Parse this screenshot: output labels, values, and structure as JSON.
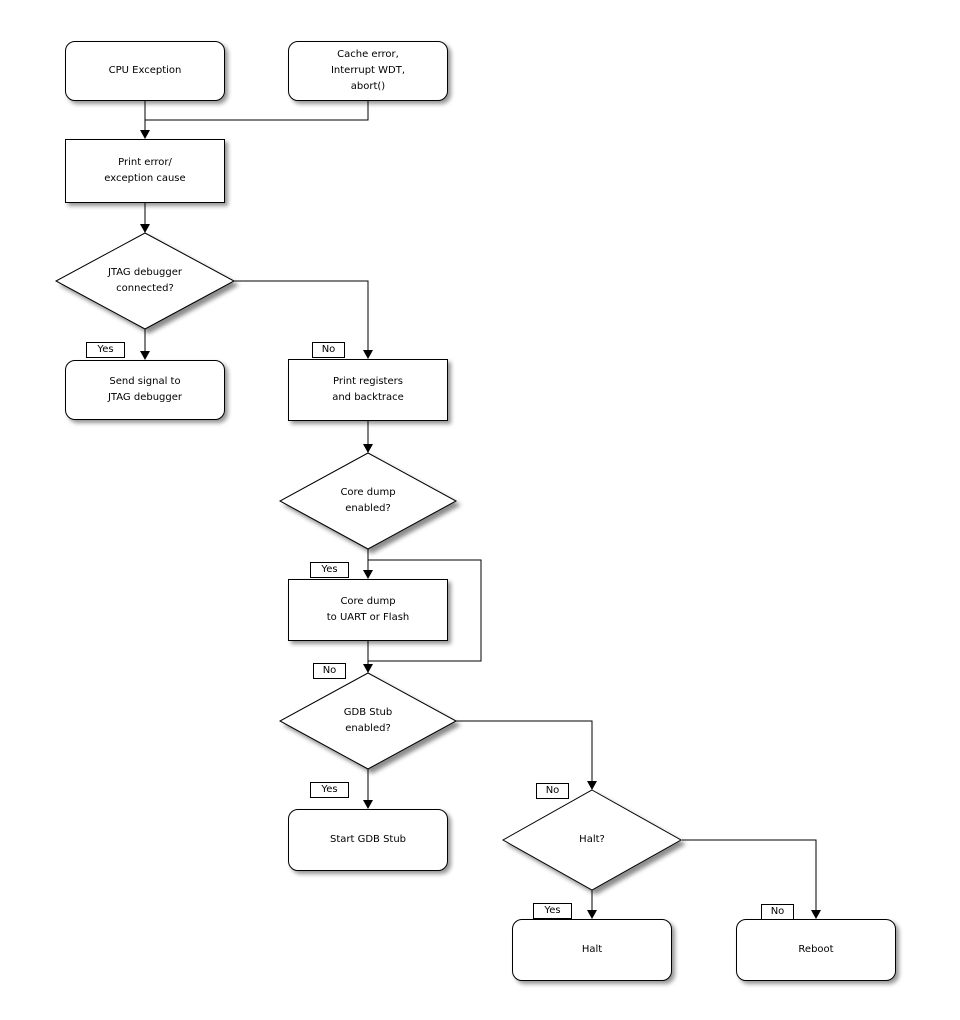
{
  "diagram": {
    "type": "flowchart",
    "nodes": {
      "cpu_exception": "CPU Exception",
      "cache_error": "Cache error,\nInterrupt WDT,\nabort()",
      "print_error": "Print error/\nexception cause",
      "jtag_debugger_connected": "JTAG debugger\nconnected?",
      "send_signal_jtag": "Send signal to\nJTAG debugger",
      "print_registers": "Print registers\nand backtrace",
      "core_dump_enabled": "Core dump\nenabled?",
      "core_dump_uart_flash": "Core dump\nto UART or Flash",
      "gdb_stub_enabled": "GDB Stub\nenabled?",
      "start_gdb_stub": "Start GDB Stub",
      "halt_decision": "Halt?",
      "halt": "Halt",
      "reboot": "Reboot"
    },
    "edge_labels": {
      "yes": "Yes",
      "no": "No"
    },
    "edges": [
      {
        "from": "cpu_exception",
        "to": "print_error"
      },
      {
        "from": "cache_error",
        "to": "print_error"
      },
      {
        "from": "print_error",
        "to": "jtag_debugger_connected"
      },
      {
        "from": "jtag_debugger_connected",
        "to": "send_signal_jtag",
        "label": "Yes"
      },
      {
        "from": "jtag_debugger_connected",
        "to": "print_registers",
        "label": "No"
      },
      {
        "from": "print_registers",
        "to": "core_dump_enabled"
      },
      {
        "from": "core_dump_enabled",
        "to": "core_dump_uart_flash",
        "label": "Yes"
      },
      {
        "from": "core_dump_enabled",
        "to": "gdb_stub_enabled",
        "label": "No"
      },
      {
        "from": "core_dump_uart_flash",
        "to": "gdb_stub_enabled"
      },
      {
        "from": "gdb_stub_enabled",
        "to": "start_gdb_stub",
        "label": "Yes"
      },
      {
        "from": "gdb_stub_enabled",
        "to": "halt_decision",
        "label": "No"
      },
      {
        "from": "halt_decision",
        "to": "halt",
        "label": "Yes"
      },
      {
        "from": "halt_decision",
        "to": "reboot",
        "label": "No"
      }
    ],
    "colors": {
      "stroke": "#000000",
      "node_fill": "#ffffff",
      "text": "#000000",
      "background": "#ffffff",
      "shadow": "#aaaaaa"
    }
  }
}
